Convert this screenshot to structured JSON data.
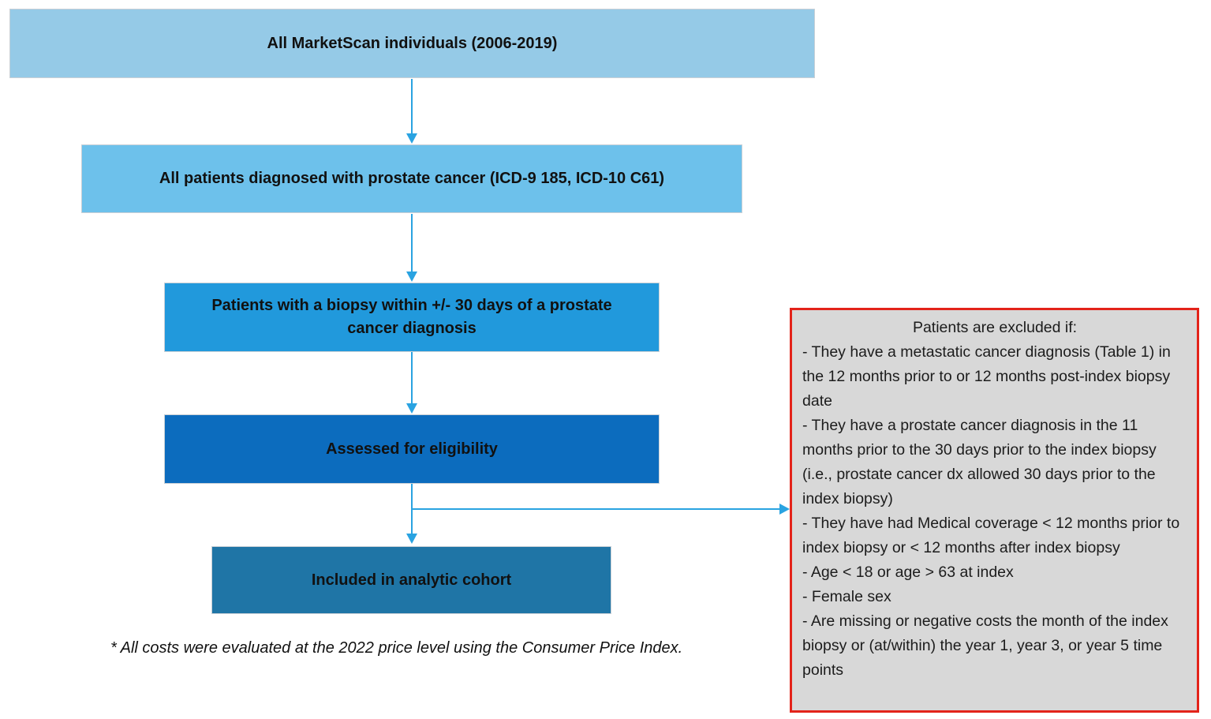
{
  "flowchart": {
    "boxes": [
      {
        "label": "All MarketScan individuals (2006-2019)",
        "fill": "#95CAE7"
      },
      {
        "label": "All patients diagnosed with prostate cancer (ICD-9 185, ICD-10 C61)",
        "fill": "#6DC1EB"
      },
      {
        "label": "Patients with a biopsy within +/- 30 days of a prostate cancer diagnosis",
        "fill": "#2199DC"
      },
      {
        "label": "Assessed for eligibility",
        "fill": "#0C6CBE"
      },
      {
        "label": "Included in analytic cohort",
        "fill": "#1F75A6"
      }
    ],
    "arrow_color": "#2AA3E1"
  },
  "exclusion_panel": {
    "title": "Patients are excluded if:",
    "items": [
      "- They have a metastatic cancer diagnosis (Table 1) in the 12 months prior to or 12 months post-index biopsy date",
      "- They have a prostate cancer diagnosis in the 11 months prior to the 30 days prior to the index biopsy (i.e., prostate cancer dx allowed 30 days prior to the index biopsy)",
      "- They have had Medical coverage < 12 months prior to index biopsy or < 12 months after index biopsy",
      "- Age < 18 or age > 63 at index",
      "- Female sex",
      "- Are missing or negative costs the month of the index biopsy or (at/within) the year 1, year 3, or year 5 time points"
    ],
    "fill": "#D8D8D8",
    "border_color": "#E3231A"
  },
  "footnote": "* All costs were evaluated at the 2022 price level using the Consumer Price Index."
}
